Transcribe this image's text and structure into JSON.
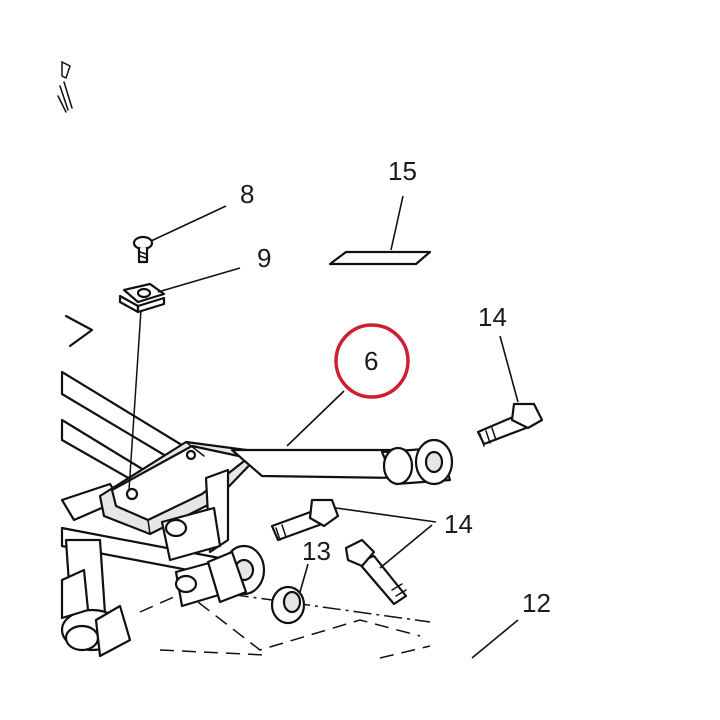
{
  "callouts": {
    "c8": "8",
    "c9": "9",
    "c15": "15",
    "c14_top": "14",
    "c6": "6",
    "c14_mid": "14",
    "c13": "13",
    "c12": "12"
  },
  "colors": {
    "highlight_circle": "#cc1f33",
    "line": "#111111",
    "background": "#ffffff"
  }
}
